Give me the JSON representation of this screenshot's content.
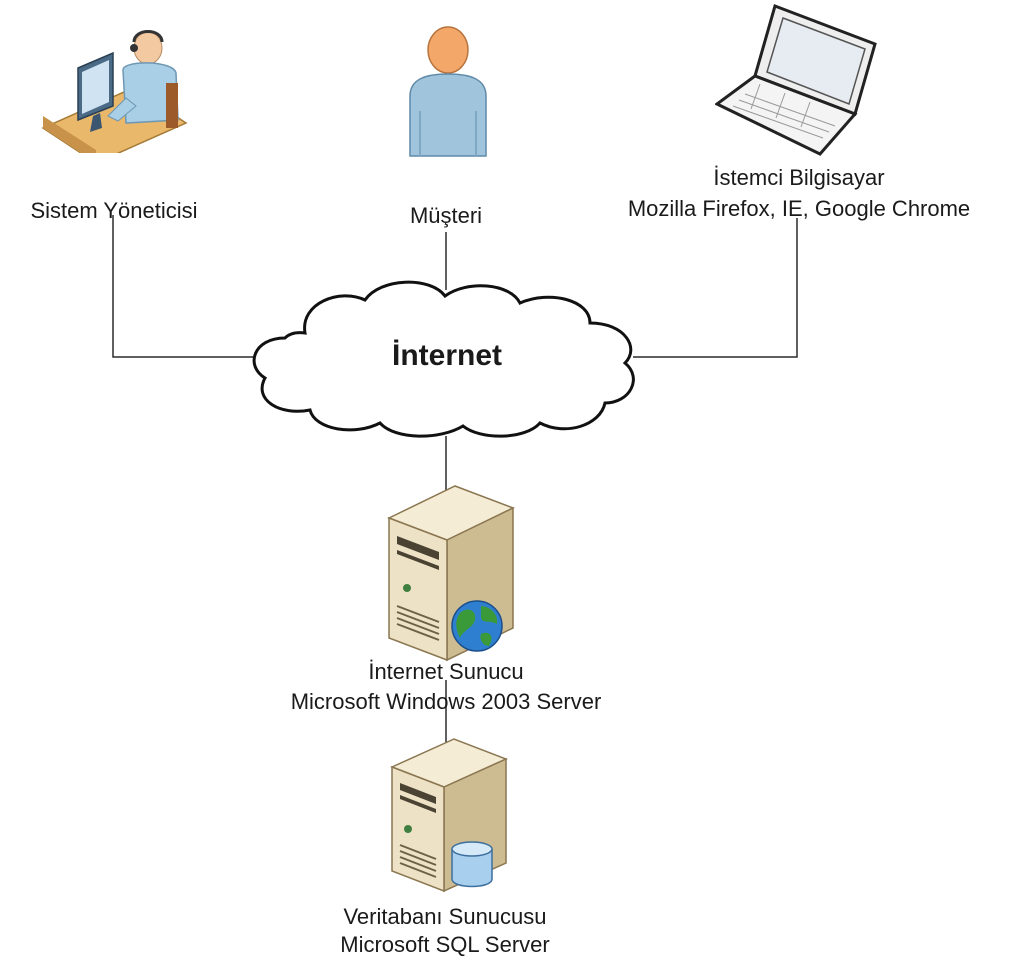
{
  "cloud": {
    "label": "İnternet",
    "icon": "cloud-icon"
  },
  "nodes": {
    "admin": {
      "label": "Sistem Yöneticisi",
      "icon": "admin-workstation-icon"
    },
    "customer": {
      "label": "Müşteri",
      "icon": "user-icon"
    },
    "client": {
      "line1": "İstemci Bilgisayar",
      "line2": "Mozilla Firefox, IE, Google Chrome",
      "icon": "laptop-icon"
    },
    "webserver": {
      "line1": "İnternet Sunucu",
      "line2": "Microsoft Windows 2003 Server",
      "icon": "web-server-icon"
    },
    "dbserver": {
      "line1": "Veritabanı Sunucusu",
      "line2": "Microsoft SQL Server",
      "icon": "database-server-icon"
    }
  },
  "colors": {
    "line": "#2b2b2b",
    "server_body": "#e8dcc0",
    "person_body": "#9fc4dc",
    "globe": "#2f7fd0"
  }
}
